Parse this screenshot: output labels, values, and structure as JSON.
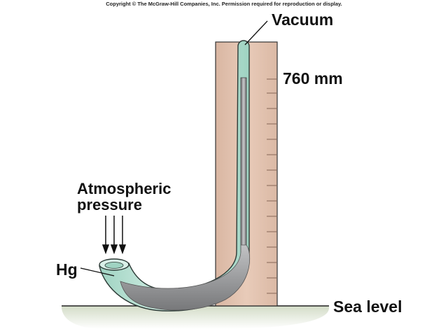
{
  "copyright": "Copyright © The McGraw-Hill Companies, Inc. Permission required for reproduction or display.",
  "labels": {
    "vacuum": "Vacuum",
    "height": "760 mm",
    "atmospheric_line1": "Atmospheric",
    "atmospheric_line2": "pressure",
    "hg": "Hg",
    "sea_level": "Sea level"
  },
  "colors": {
    "scale_board": "#e2c3b1",
    "glass": "#bfe3d6",
    "mercury": "#9a9b9d",
    "ground": "#dfe6d6"
  }
}
